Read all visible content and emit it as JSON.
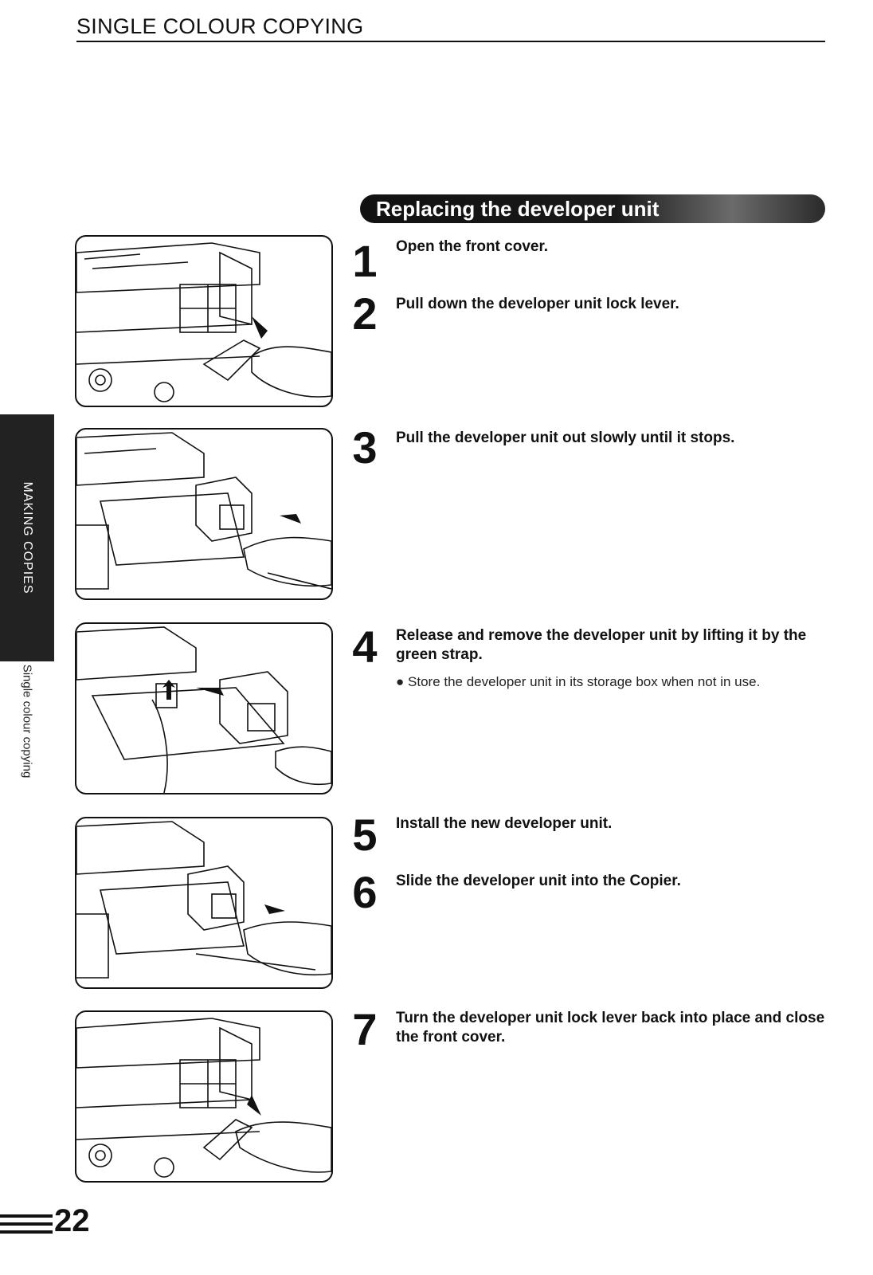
{
  "header": {
    "title": "SINGLE COLOUR COPYING"
  },
  "section": {
    "title": "Replacing the developer unit"
  },
  "side_tab": {
    "label": "MAKING COPIES",
    "sublabel": "Single colour copying"
  },
  "steps": [
    {
      "number": "1",
      "text": "Open the front cover."
    },
    {
      "number": "2",
      "text": "Pull down the developer unit lock lever."
    },
    {
      "number": "3",
      "text": "Pull the developer unit out slowly until it stops."
    },
    {
      "number": "4",
      "text": "Release and remove the developer unit by lifting it by the green strap.",
      "note": "Store the developer unit in its storage box when not in use."
    },
    {
      "number": "5",
      "text": "Install the new developer unit."
    },
    {
      "number": "6",
      "text": "Slide the developer unit into the Copier."
    },
    {
      "number": "7",
      "text": "Turn the developer unit lock lever back into place and close the front cover."
    }
  ],
  "illustrations": [
    {
      "icon": "copier-lock-lever-down-illustration"
    },
    {
      "icon": "copier-pull-out-developer-illustration"
    },
    {
      "icon": "copier-lift-developer-strap-illustration"
    },
    {
      "icon": "copier-slide-in-developer-illustration"
    },
    {
      "icon": "copier-lock-lever-up-illustration"
    }
  ],
  "footer": {
    "page_number": "22"
  }
}
